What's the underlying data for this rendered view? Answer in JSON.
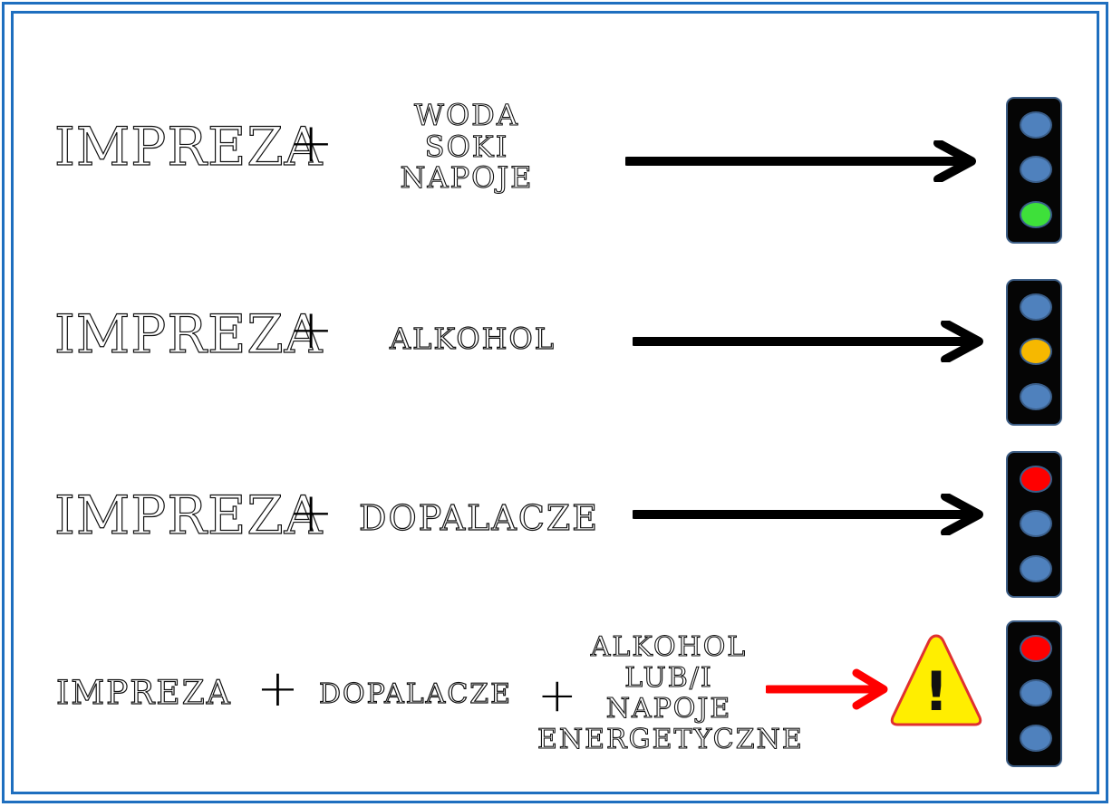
{
  "colors": {
    "frame": "#1f6fbf",
    "off": "#4f81bd",
    "green": "#3ee03a",
    "amber": "#f6b800",
    "red": "#ff0000",
    "arrow_black": "#000000",
    "arrow_red": "#ff0000",
    "warning_fill": "#ffee00",
    "warning_border": "#e03030"
  },
  "rows": [
    {
      "party": "IMPREZA",
      "plus": "+",
      "items": [
        "WODA",
        "SOKI",
        "NAPOJE"
      ],
      "light": {
        "top": "off",
        "middle": "off",
        "bottom": "green"
      },
      "arrow": "black"
    },
    {
      "party": "IMPREZA",
      "plus": "+",
      "items": [
        "ALKOHOL"
      ],
      "light": {
        "top": "off",
        "middle": "amber",
        "bottom": "off"
      },
      "arrow": "black"
    },
    {
      "party": "IMPREZA",
      "plus": "+",
      "items": [
        "DOPALACZE"
      ],
      "light": {
        "top": "red",
        "middle": "off",
        "bottom": "off"
      },
      "arrow": "black"
    },
    {
      "party": "IMPREZA",
      "plus": "+",
      "items": [
        "DOPALACZE"
      ],
      "plus2": "+",
      "items2": [
        "ALKOHOL",
        "LUB/I",
        "NAPOJE",
        "ENERGETYCZNE"
      ],
      "light": {
        "top": "red",
        "middle": "off",
        "bottom": "off"
      },
      "arrow": "red",
      "warning_icon": "warning-icon",
      "warning_symbol": "!"
    }
  ]
}
